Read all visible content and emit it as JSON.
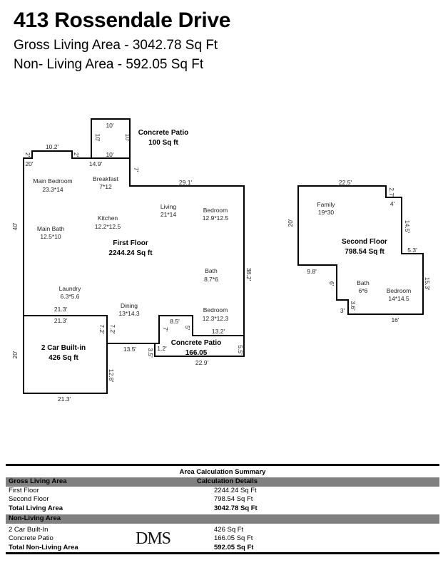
{
  "header": {
    "title": "413 Rossendale Drive",
    "gross": "Gross Living Area - 3042.78 Sq Ft",
    "nonliving": "Non- Living Area - 592.05 Sq Ft"
  },
  "first_floor": {
    "patio_top": {
      "name": "Concrete Patio",
      "area": "100 Sq ft",
      "d_top": "10'",
      "d_left": "10'",
      "d_right": "10'",
      "d_bottom": "10'"
    },
    "dims": {
      "d102": "10.2'",
      "d2a": "2'",
      "d2b": "2'",
      "d20": "20'",
      "d149": "14.9'",
      "d7": "7'",
      "d291": "29.1'",
      "d40": "40'",
      "d382": "38.2'",
      "d213a": "21.3'",
      "d213b": "21.3'",
      "d72a": "7.2'",
      "d72b": "7.2'",
      "d85": "8.5'",
      "d7b": "7'",
      "d5": "5'",
      "d132": "13.2'",
      "d55": "5.5'",
      "d135": "13.5'",
      "d35": "3.5'",
      "d12": "1.2'",
      "d229": "22.9'",
      "d20g": "20'",
      "d128": "12.8'",
      "d213c": "21.3'"
    },
    "rooms": {
      "main_bedroom": {
        "name": "Main Bedroom",
        "size": "23.3*14"
      },
      "breakfast": {
        "name": "Breakfast",
        "size": "7*12"
      },
      "living": {
        "name": "Living",
        "size": "21*14"
      },
      "bedroom1": {
        "name": "Bedroom",
        "size": "12.9*12.5"
      },
      "kitchen": {
        "name": "Kitchen",
        "size": "12.2*12.5"
      },
      "main_bath": {
        "name": "Main Bath",
        "size": "12.5*10"
      },
      "bath": {
        "name": "Bath",
        "size": "8.7*6"
      },
      "laundry": {
        "name": "Laundry",
        "size": "6.3*5.6"
      },
      "dining": {
        "name": "Dining",
        "size": "13*14.3"
      },
      "bedroom2": {
        "name": "Bedroom",
        "size": "12.3*12.3"
      }
    },
    "label": "First Floor",
    "area": "2244.24 Sq ft",
    "patio_bottom": {
      "name": "Concrete Patio",
      "area": "166.05"
    },
    "garage": {
      "name": "2 Car Built-in",
      "area": "426 Sq ft"
    }
  },
  "second_floor": {
    "label": "Second Floor",
    "area": "798.54 Sq ft",
    "dims": {
      "d225": "22.5'",
      "d27": "2.7'",
      "d4": "4'",
      "d20": "20'",
      "d145": "14.5'",
      "d53": "5.3'",
      "d98": "9.8'",
      "d6": "6'",
      "d153": "15.3'",
      "d3": "3'",
      "d36": "3.6'",
      "d16": "16'"
    },
    "rooms": {
      "family": {
        "name": "Family",
        "size": "19*30"
      },
      "bath": {
        "name": "Bath",
        "size": "6*6"
      },
      "bedroom": {
        "name": "Bedroom",
        "size": "14*14.5"
      }
    }
  },
  "summary": {
    "title": "Area Calculation Summary",
    "gla_header": "Gross Living Area",
    "details_header": "Calculation Details",
    "gla_rows": [
      {
        "label": "First Floor",
        "value": "2244.24 Sq Ft"
      },
      {
        "label": "Second Floor",
        "value": "798.54 Sq Ft"
      }
    ],
    "gla_total": {
      "label": "Total Living Area",
      "value": "3042.78 Sq Ft"
    },
    "nla_header": "Non-Living Area",
    "nla_rows": [
      {
        "label": "2 Car Built-In",
        "value": "426 Sq Ft"
      },
      {
        "label": "Concrete Patio",
        "value": "166.05 Sq Ft"
      }
    ],
    "nla_total": {
      "label": "Total Non-Living Area",
      "value": "592.05 Sq Ft"
    }
  },
  "watermark": "DMS"
}
